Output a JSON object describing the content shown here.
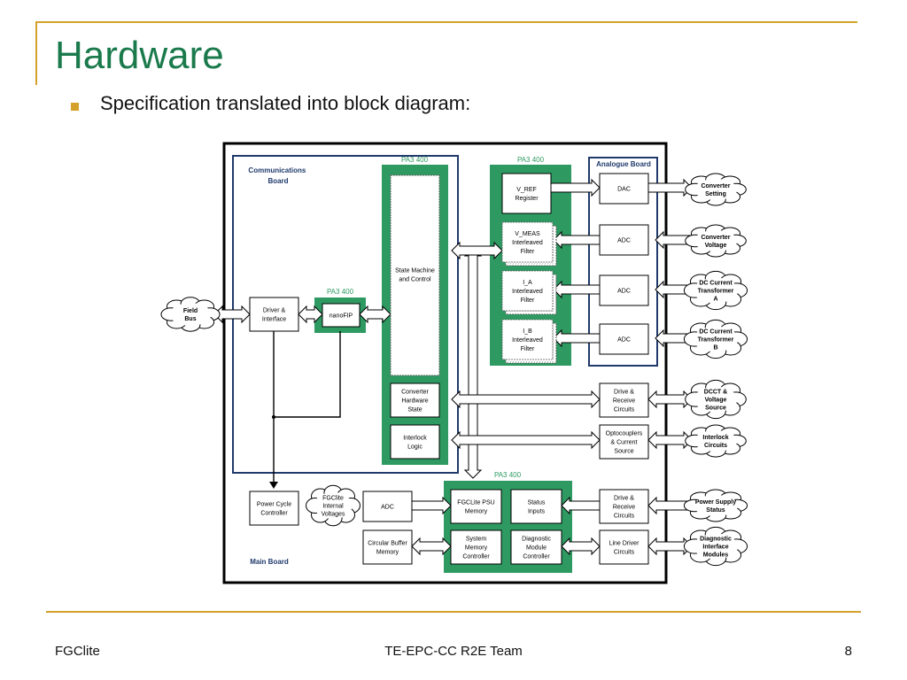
{
  "slide": {
    "title": "Hardware",
    "bullet": "Specification translated into block diagram:"
  },
  "footer": {
    "left": "FGClite",
    "center": "TE-EPC-CC R2E Team",
    "page": "8"
  },
  "colors": {
    "accent": "#d4a12a",
    "title": "#1a7a4c",
    "fpga": "#2e9a62",
    "board": "#1f3a6b"
  },
  "diagram": {
    "boards": {
      "communications": [
        "Communications",
        "Board"
      ],
      "analogue": "Analogue Board",
      "main": "Main Board"
    },
    "fpga_labels": {
      "comm": "PA3 400",
      "mid": "PA3 400",
      "nanofip": "PA3 400",
      "main": "PA3 400"
    },
    "blocks": {
      "state_machine": [
        "State Machine",
        "and Control"
      ],
      "converter_hw_state": [
        "Converter",
        "Hardware",
        "State"
      ],
      "interlock_logic": [
        "Interlock",
        "Logic"
      ],
      "driver_interface": [
        "Driver &",
        "Interface"
      ],
      "nanofip": [
        "nanoFIP"
      ],
      "v_ref": [
        "V_REF",
        "Register"
      ],
      "v_meas": [
        "V_MEAS",
        "Interleaved",
        "Filter"
      ],
      "i_a": [
        "I_A",
        "Interleaved",
        "Filter"
      ],
      "i_b": [
        "I_B",
        "Interleaved",
        "Filter"
      ],
      "dac": [
        "DAC"
      ],
      "adc1": [
        "ADC"
      ],
      "adc2": [
        "ADC"
      ],
      "adc3": [
        "ADC"
      ],
      "drive_receive_1": [
        "Drive &",
        "Receive",
        "Circuits"
      ],
      "optocouplers": [
        "Optocouplers",
        "& Current",
        "Source"
      ],
      "power_cycle": [
        "Power Cycle",
        "Controller"
      ],
      "adc_main": [
        "ADC"
      ],
      "circular_buffer": [
        "Circular Buffer",
        "Memory"
      ],
      "psu_memory": [
        "FGCLite PSU",
        "Memory"
      ],
      "status_inputs": [
        "Status",
        "Inputs"
      ],
      "system_memory": [
        "System",
        "Memory",
        "Controller"
      ],
      "diag_module": [
        "Diagnostic",
        "Module",
        "Controller"
      ],
      "drive_receive_2": [
        "Drive &",
        "Receive",
        "Circuits"
      ],
      "line_driver": [
        "Line Driver",
        "Circuits"
      ]
    },
    "clouds": {
      "field_bus": [
        "Field",
        "Bus"
      ],
      "converter_setting": [
        "Converter",
        "Setting"
      ],
      "converter_voltage": [
        "Converter",
        "Voltage"
      ],
      "dc_current_a": [
        "DC Current",
        "Transformer",
        "A"
      ],
      "dc_current_b": [
        "DC Current",
        "Transformer",
        "B"
      ],
      "dcct_voltage": [
        "DCCT &",
        "Voltage",
        "Source"
      ],
      "interlock_circuits": [
        "Interlock",
        "Circuits"
      ],
      "power_supply_status": [
        "Power Supply",
        "Status"
      ],
      "diag_interface": [
        "Diagnostic",
        "Interface",
        "Modules"
      ],
      "internal_voltages": [
        "FGClite",
        "Internal",
        "Voltages"
      ]
    }
  }
}
